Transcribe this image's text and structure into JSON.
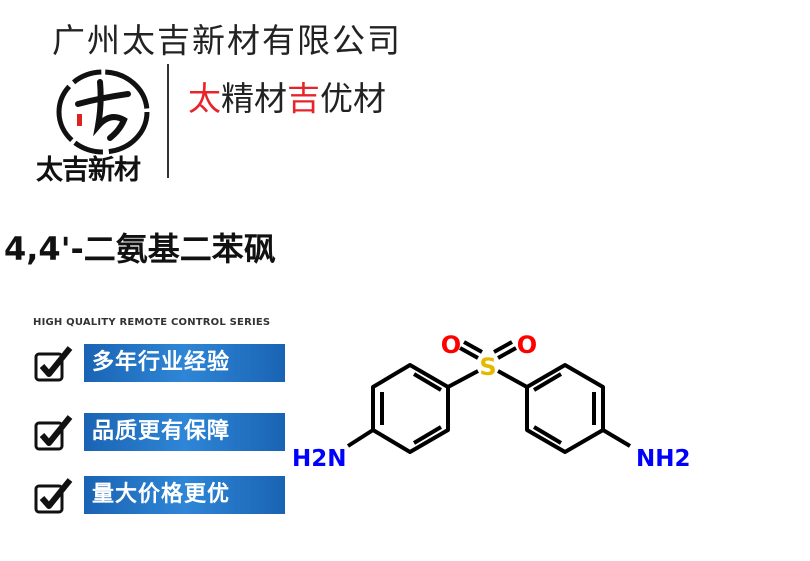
{
  "header": {
    "company_name": "广州太吉新材有限公司",
    "logo_text": "太吉新材",
    "slogan_parts": [
      "太",
      "精材",
      "吉",
      "优材"
    ]
  },
  "product": {
    "title": "4,4'-二氨基二苯砜"
  },
  "features": {
    "series_label": "HIGH QUALITY REMOTE CONTROL SERIES",
    "items": [
      {
        "label": "多年行业经验"
      },
      {
        "label": "品质更有保障"
      },
      {
        "label": "量大价格更优"
      }
    ]
  },
  "structure": {
    "atoms": {
      "sulfur": "S",
      "oxygen1": "O",
      "oxygen2": "O",
      "amine_left": "H2N",
      "amine_right": "NH2"
    },
    "colors": {
      "sulfur": "#e5b800",
      "oxygen": "#ff0000",
      "nitrogen": "#0000ff"
    }
  },
  "colors": {
    "accent_red": "#e8242b",
    "badge_blue": "#1f6fc0"
  }
}
